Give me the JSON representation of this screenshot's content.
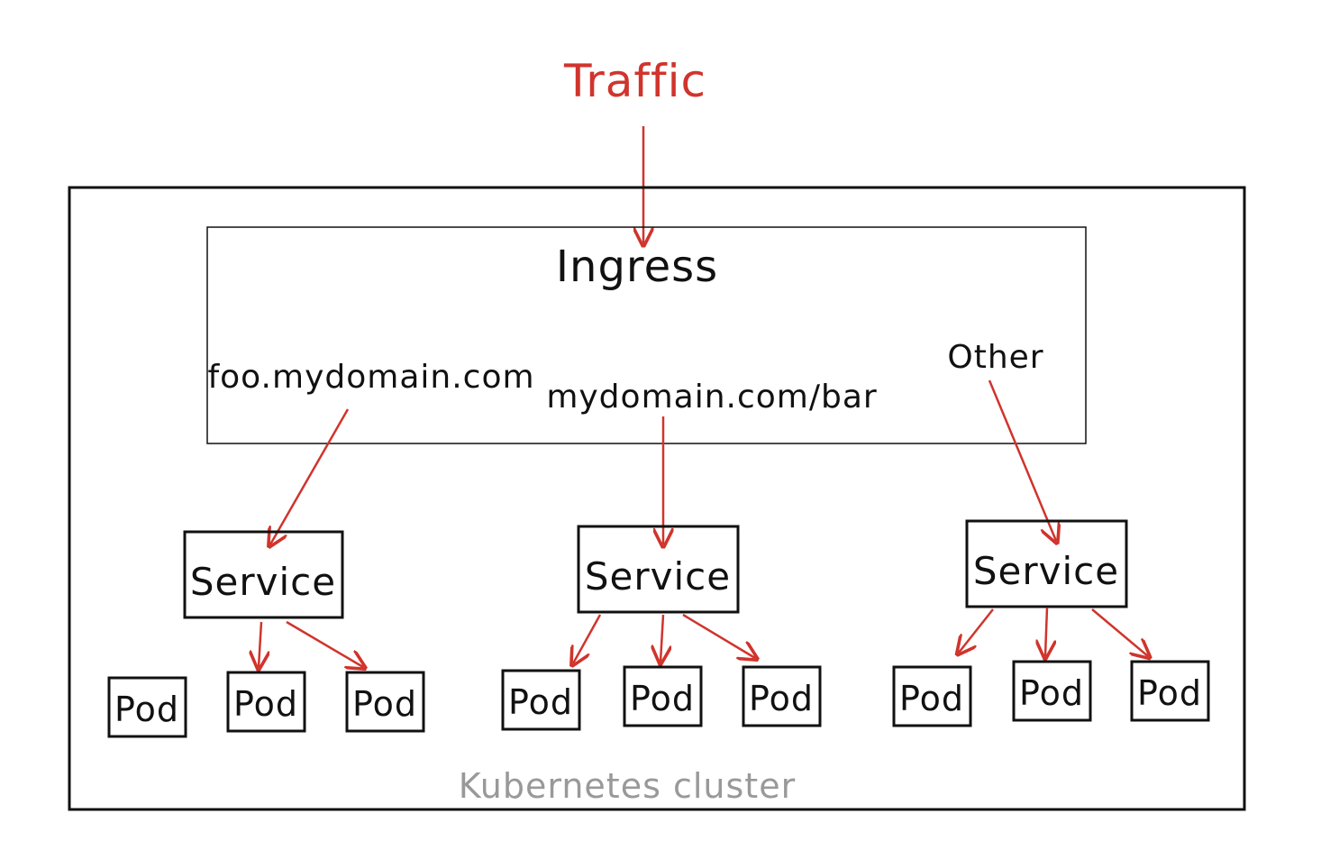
{
  "traffic_label": "Traffic",
  "cluster_label": "Kubernetes cluster",
  "ingress": {
    "title": "Ingress",
    "rules": [
      "foo.mydomain.com",
      "mydomain.com/bar",
      "Other"
    ]
  },
  "services": [
    {
      "label": "Service",
      "pods": [
        "Pod",
        "Pod",
        "Pod"
      ]
    },
    {
      "label": "Service",
      "pods": [
        "Pod",
        "Pod",
        "Pod"
      ]
    },
    {
      "label": "Service",
      "pods": [
        "Pod",
        "Pod",
        "Pod"
      ]
    }
  ],
  "colors": {
    "arrow": "#d0342c",
    "ink": "#111111",
    "cluster_text": "#999999"
  }
}
